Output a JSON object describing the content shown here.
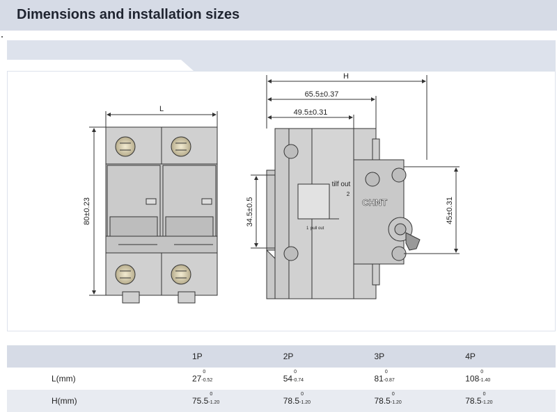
{
  "header": {
    "title": "Dimensions and installation sizes"
  },
  "drawing": {
    "front": {
      "width_label": "L",
      "height_label": "80±0.23"
    },
    "side": {
      "width_label": "H",
      "dim_65": "65.5±0.37",
      "dim_49": "49.5±0.31",
      "dim_34": "34.5±0.5",
      "dim_45": "45±0.31",
      "brand": "CHNT",
      "tilt_label": "tilf out",
      "num_2": "2",
      "pull_label": "pull out",
      "num_1": "1"
    }
  },
  "table": {
    "headers": [
      "",
      "1P",
      "2P",
      "3P",
      "4P"
    ],
    "rows": [
      {
        "label": "L(mm)",
        "cells": [
          {
            "v": "27",
            "up": "0",
            "lo": "-0.52"
          },
          {
            "v": "54",
            "up": "0",
            "lo": "-0.74"
          },
          {
            "v": "81",
            "up": "0",
            "lo": "-0.87"
          },
          {
            "v": "108",
            "up": "0",
            "lo": "-1.40"
          }
        ]
      },
      {
        "label": "H(mm)",
        "cells": [
          {
            "v": "75.5",
            "up": "0",
            "lo": "-1.20"
          },
          {
            "v": "78.5",
            "up": "0",
            "lo": "-1.20"
          },
          {
            "v": "78.5",
            "up": "0",
            "lo": "-1.20"
          },
          {
            "v": "78.5",
            "up": "0",
            "lo": "-1.20"
          }
        ]
      }
    ]
  }
}
